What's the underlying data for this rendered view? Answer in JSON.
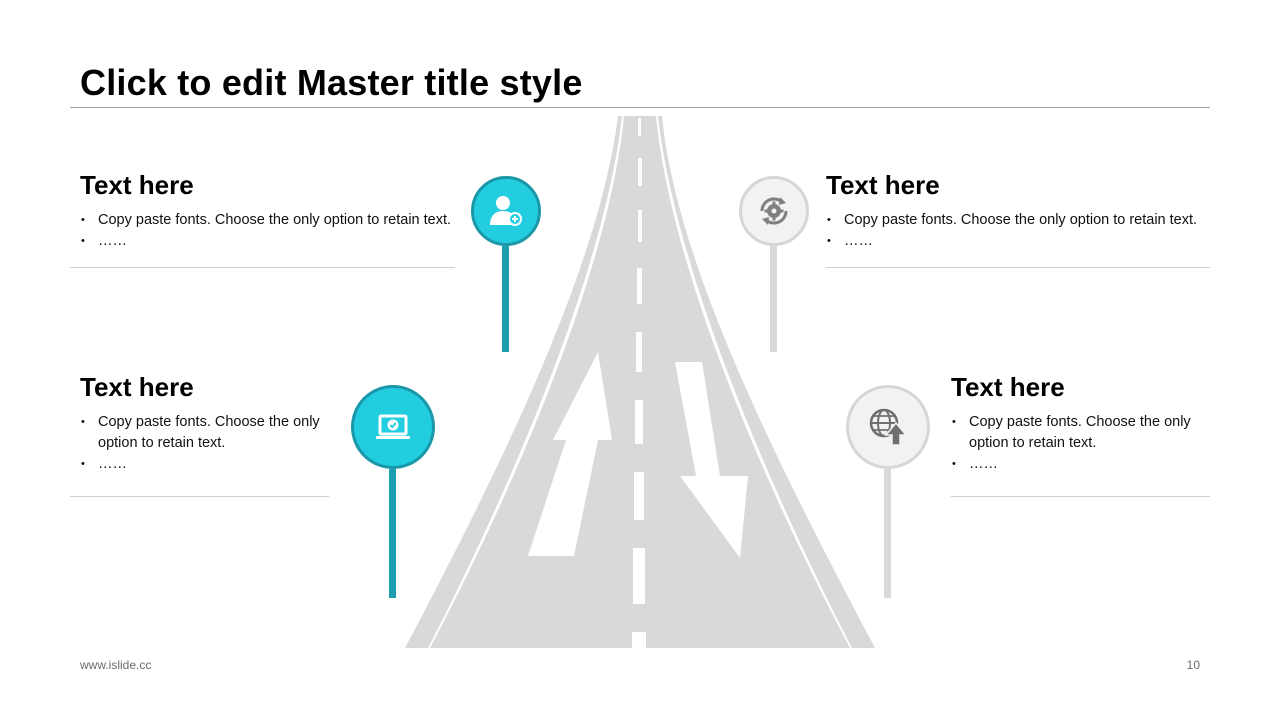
{
  "slide": {
    "title": "Click to edit Master title style",
    "footer_site": "www.islide.cc",
    "page_number": "10"
  },
  "blocks": [
    {
      "heading": "Text here",
      "bullets": [
        "Copy paste fonts. Choose the only option to retain text.",
        "……"
      ]
    },
    {
      "heading": "Text here",
      "bullets": [
        "Copy paste fonts. Choose the only option to retain text.",
        "……"
      ]
    },
    {
      "heading": "Text here",
      "bullets": [
        "Copy paste fonts. Choose the only option to retain text.",
        "……"
      ]
    },
    {
      "heading": "Text here",
      "bullets": [
        "Copy paste fonts. Choose the only option to retain text.",
        "……"
      ]
    }
  ],
  "markers": [
    {
      "icon": "add-user-icon",
      "style": "teal"
    },
    {
      "icon": "gear-refresh-icon",
      "style": "gray"
    },
    {
      "icon": "laptop-check-icon",
      "style": "teal"
    },
    {
      "icon": "globe-upload-icon",
      "style": "gray"
    }
  ],
  "colors": {
    "teal_fill": "#22cde0",
    "teal_dark": "#1a97a8",
    "gray_fill": "#f2f2f2",
    "road_gray": "#d9d9d9"
  }
}
